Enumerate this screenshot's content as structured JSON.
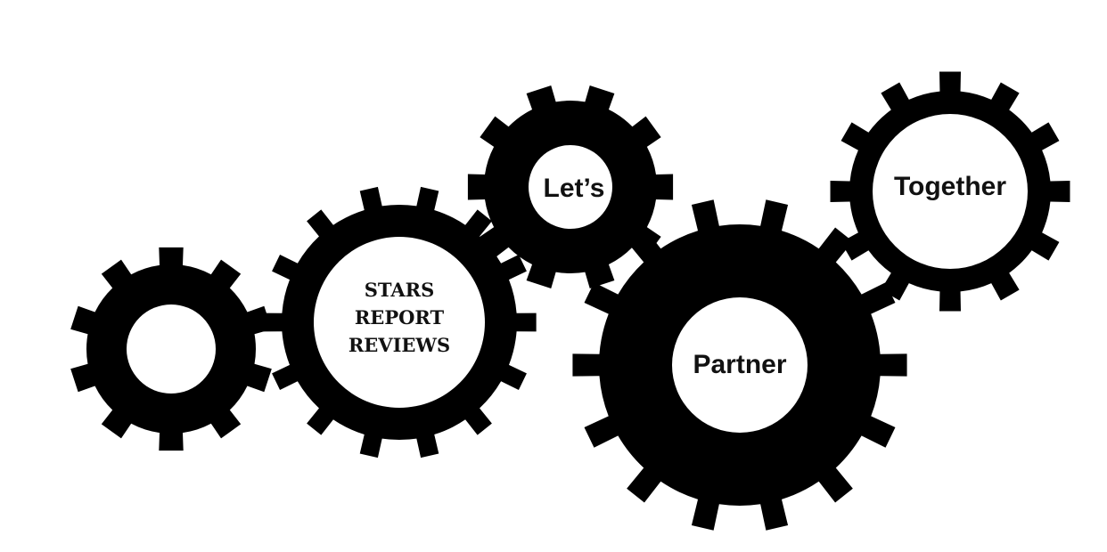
{
  "colors": {
    "gear": "#000000",
    "hub": "#ffffff",
    "background": "#ffffff",
    "text": "#111111"
  },
  "gears": {
    "small_left": {
      "label": ""
    },
    "stars": {
      "lines": [
        "STARS",
        "REPORT",
        "REVIEWS"
      ]
    },
    "lets": {
      "label": "Let’s"
    },
    "partner": {
      "label": "Partner"
    },
    "together": {
      "label": "Together"
    }
  }
}
